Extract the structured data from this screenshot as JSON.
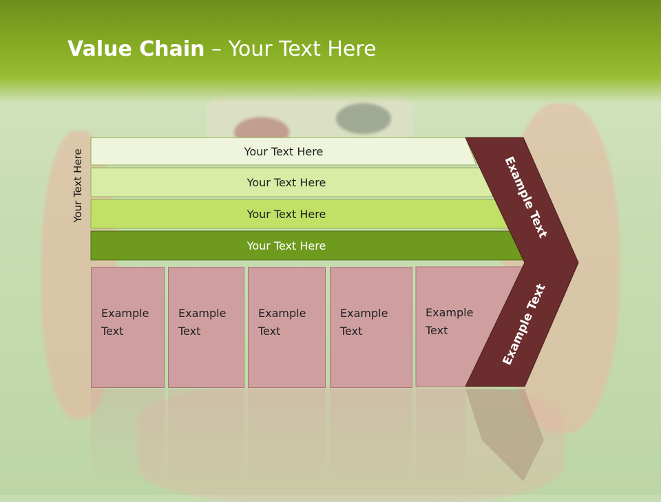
{
  "title": {
    "bold": "Value Chain",
    "rest": " – Your Text Here"
  },
  "side_label": "Your Text Here",
  "rows": [
    {
      "label": "Your Text Here"
    },
    {
      "label": "Your Text Here"
    },
    {
      "label": "Your Text Here"
    },
    {
      "label": "Your Text Here"
    }
  ],
  "boxes": [
    {
      "line1": "Example",
      "line2": "Text"
    },
    {
      "line1": "Example",
      "line2": "Text"
    },
    {
      "line1": "Example",
      "line2": "Text"
    },
    {
      "line1": "Example",
      "line2": "Text"
    },
    {
      "line1": "Example",
      "line2": "Text"
    }
  ],
  "chevron": {
    "top_label": "Example Text",
    "bottom_label": "Example Text"
  },
  "colors": {
    "header": "#86ac24",
    "row1": "#eef5dc",
    "row2": "#d9eca6",
    "row3": "#c1e066",
    "row4": "#6e9a1e",
    "box": "#cf9fa0",
    "chevron": "#6b2d2d"
  }
}
